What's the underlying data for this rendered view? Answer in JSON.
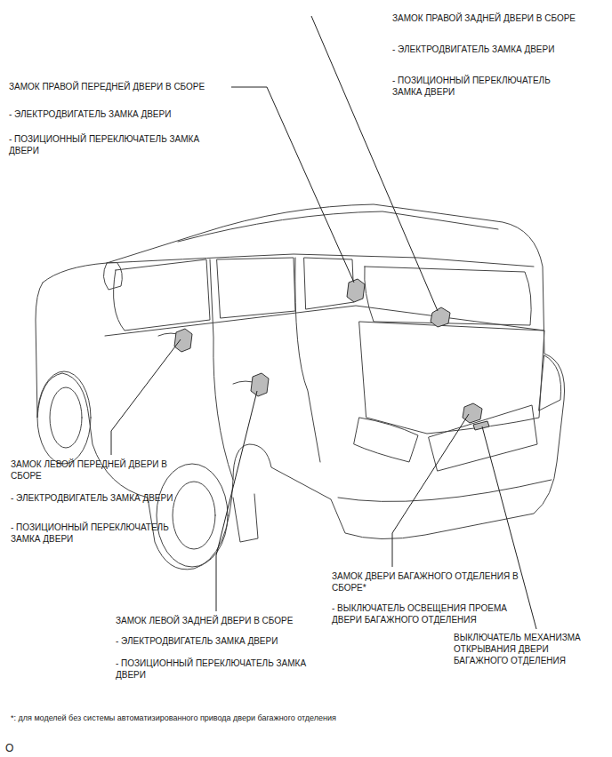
{
  "diagram": {
    "labels": [
      "ЗАМОК ПРАВОЙ ЗАДНЕЙ ДВЕРИ В СБОРЕ",
      "- ЭЛЕКТРОДВИГАТЕЛЬ ЗАМКА ДВЕРИ",
      "- ПОЗИЦИОННЫЙ ПЕРЕКЛЮЧАТЕЛЬ ЗАМКА ДВЕРИ",
      "ЗАМОК ПРАВОЙ ПЕРЕДНЕЙ ДВЕРИ В СБОРЕ",
      "- ЭЛЕКТРОДВИГАТЕЛЬ ЗАМКА ДВЕРИ",
      "- ПОЗИЦИОННЫЙ ПЕРЕКЛЮЧАТЕЛЬ ЗАМКА ДВЕРИ",
      "ЗАМОК ЛЕВОЙ ПЕРЕДНЕЙ ДВЕРИ В СБОРЕ",
      "- ЭЛЕКТРОДВИГАТЕЛЬ ЗАМКА ДВЕРИ",
      "- ПОЗИЦИОННЫЙ ПЕРЕКЛЮЧАТЕЛЬ ЗАМКА ДВЕРИ",
      "ЗАМОК ДВЕРИ БАГАЖНОГО ОТДЕЛЕНИЯ В СБОРЕ*",
      "- ВЫКЛЮЧАТЕЛЬ ОСВЕЩЕНИЯ ПРОЕМА ДВЕРИ БАГАЖНОГО ОТДЕЛЕНИЯ",
      "ВЫКЛЮЧАТЕЛЬ МЕХАНИЗМА ОТКРЫВАНИЯ ДВЕРИ БАГАЖНОГО ОТДЕЛЕНИЯ",
      "ЗАМОК ЛЕВОЙ ЗАДНЕЙ ДВЕРИ В СБОРЕ",
      "- ЭЛЕКТРОДВИГАТЕЛЬ ЗАМКА ДВЕРИ",
      "- ПОЗИЦИОННЫЙ ПЕРЕКЛЮЧАТЕЛЬ ЗАМКА ДВЕРИ",
      "*: для моделей без системы автоматизированного привода двери багажного отделения",
      "O"
    ]
  }
}
